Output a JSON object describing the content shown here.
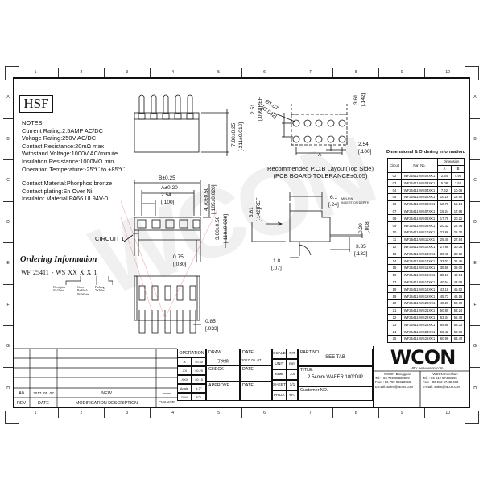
{
  "border": {
    "columns": [
      "1",
      "2",
      "3",
      "4",
      "5",
      "6",
      "7",
      "8",
      "9",
      "10"
    ],
    "rows": [
      "A",
      "B",
      "C",
      "D",
      "E",
      "F",
      "G",
      "H"
    ]
  },
  "hsf_label": "HSF",
  "notes": {
    "title": "NOTES:",
    "lines": [
      "Current Rating:2.5AMP AC/DC",
      "Voltage Rating:250V AC/DC",
      "Contact Resistance:20mΩ   max",
      "Withstand Voltage:1000V AC/minute",
      "Insulation Resistance:1000MΩ min",
      "Operation Temperature:-25℃ to +85℃"
    ]
  },
  "materials": [
    "Contact Material:Phorphos bronze",
    "Contact plating:Sn Over Ni",
    "Insulator Material:PA66 UL94V-0"
  ],
  "ordering": {
    "title": "Ordering Information",
    "code": "WF 25411 - WS  XX  X  X 1",
    "legend": [
      {
        "label": "No.of pins",
        "value": "02-25pin"
      },
      {
        "label": "Color",
        "value": "B=Black\nW=White"
      },
      {
        "label": "Packing",
        "value": "T=Tube"
      }
    ]
  },
  "drawing": {
    "circuit_label": "CIRCUIT  1",
    "dim_height": "7.80±0.25",
    "dim_height_in": "[.311±0.010]",
    "dim_B": "B±0.25",
    "dim_A": "A±0.20",
    "dim_pitch": "2.54",
    "dim_pitch_in": "[.100]",
    "dim_470": "4.70±0.50",
    "dim_470_in": "[.185±0.020]",
    "dim_300": "3.00±0.50",
    "dim_300_in": "[.118±0.020]",
    "dim_075": "0.75",
    "dim_075_in": "[.030]",
    "dim_085": "0.85",
    "dim_085_in": "[.033]",
    "dim_251": "2.51",
    "dim_251_in": "[.099]REF",
    "dim_hole": "Ø1.07",
    "dim_hole_in": "[Ø.042]",
    "dim_361": "3.61",
    "dim_361_in": "[.142]",
    "dim_pcb_pitch": "2.54",
    "dim_pcb_pitch_in": "[.100]",
    "dim_pcb_A": "A",
    "dim_side_361": "3.61",
    "dim_side_361_in": "[.142]REF",
    "dim_61": "6.1",
    "dim_61_in": "[.24]",
    "insertion_note_1": "MIN.PIN",
    "insertion_note_2": "INSERTION DEPTH",
    "dim_020": "0.20",
    "dim_020_in": "[.008]",
    "dim_335": "3.35",
    "dim_335_in": "[.132]",
    "dim_18": "1.8",
    "dim_18_in": "[.07]",
    "pcb_caption_1": "Recommended P.C.B Layout(Top Side)",
    "pcb_caption_2": "(PCB BOARD TOLERANCE±0.05)"
  },
  "dim_table": {
    "title": "Dimensional & Ordering Information:",
    "headers": {
      "circuit": "Circuit",
      "part": "Part No.",
      "dimension": "Dimension",
      "a": "A",
      "b": "B"
    },
    "rows": [
      [
        "02",
        "WF25411-WS02XX1",
        "2.54",
        "4.98"
      ],
      [
        "03",
        "WF25411-WS03XX1",
        "5.08",
        "7.52"
      ],
      [
        "04",
        "WF25411-WS04XX1",
        "7.62",
        "10.06"
      ],
      [
        "05",
        "WF25411-WS05XX1",
        "10.16",
        "12.60"
      ],
      [
        "06",
        "WF25411-WS06XX1",
        "12.70",
        "15.14"
      ],
      [
        "07",
        "WF25411-WS07XX1",
        "15.24",
        "17.68"
      ],
      [
        "08",
        "WF25411-WS08XX1",
        "17.78",
        "20.22"
      ],
      [
        "09",
        "WF25411-WS09XX1",
        "20.32",
        "22.76"
      ],
      [
        "10",
        "WF25411-WS10XX1",
        "22.86",
        "25.30"
      ],
      [
        "11",
        "WF25411-WS11XX1",
        "25.40",
        "27.84"
      ],
      [
        "12",
        "WF25411-WS12XX1",
        "27.98",
        "30.38"
      ],
      [
        "13",
        "WF25411-WS13XX1",
        "30.48",
        "32.92"
      ],
      [
        "14",
        "WF25411-WS14XX1",
        "33.02",
        "35.46"
      ],
      [
        "15",
        "WF25411-WS15XX1",
        "35.56",
        "38.00"
      ],
      [
        "16",
        "WF25411-WS16XX1",
        "38.10",
        "40.54"
      ],
      [
        "17",
        "WF25411-WS17XX1",
        "40.64",
        "43.08"
      ],
      [
        "18",
        "WF25411-WS18XX1",
        "43.18",
        "45.62"
      ],
      [
        "19",
        "WF25411-WS19XX1",
        "45.72",
        "48.16"
      ],
      [
        "20",
        "WF25411-WS20XX1",
        "48.26",
        "50.70"
      ],
      [
        "21",
        "WF25411-WS21XX1",
        "50.80",
        "53.24"
      ],
      [
        "22",
        "WF25411-WS22XX1",
        "53.34",
        "55.78"
      ],
      [
        "23",
        "WF25411-WS23XX1",
        "55.88",
        "58.32"
      ],
      [
        "24",
        "WF25411-WS24XX1",
        "58.42",
        "60.86"
      ],
      [
        "25",
        "WF25411-WS25XX1",
        "60.96",
        "63.40"
      ]
    ]
  },
  "company": {
    "logo": "WCON",
    "url": "Http: www.wcon.com",
    "dongguan": {
      "name": "WCON-Dongguan",
      "tel": "Tel: +86 769 85328809",
      "fax": "Fax: +86 769 85328815",
      "email": "E-mail: sales@wcon.com"
    },
    "kunshan": {
      "name": "WCON-Kunshan",
      "tel": "Tel: +86 512 57488406",
      "fax": "Fax: +86 512 57488488",
      "email": "E-mail: sales@wcon.com"
    }
  },
  "revision": {
    "rev": "A0",
    "date": "2017. 05. 07",
    "description": "NEW",
    "change": "——",
    "headers": {
      "rev": "REV",
      "date": "DATE",
      "description": "MODIFICATION  DESCRIPTION",
      "change": "CHANGE"
    }
  },
  "tolerances": {
    "title": "OPERATION",
    "rows": [
      [
        ".X",
        "±0.40"
      ],
      [
        ".XX",
        "±0.25"
      ],
      [
        ".XXX",
        "±0.15"
      ],
      [
        "Angle",
        "± 3°"
      ],
      [
        "DIM",
        "TOL"
      ]
    ]
  },
  "signoff": {
    "draw": "DRAW",
    "drawer": "丁文榆",
    "check": "CHECK",
    "approve": "APPROVE",
    "date_label": "DATE",
    "draw_date": "2017. 05. 07"
  },
  "specs": {
    "scale_label": "SCALE",
    "scale": "FIT",
    "unit_label": "UNIT",
    "unit": "mm",
    "size_label": "SIZE",
    "size": "A4",
    "sheet_label": "SHEET",
    "sheet": "1/1",
    "proj_label": "PROJ.",
    "proj": "⊕◁"
  },
  "part_info": {
    "part_no_label": "PART  NO.",
    "part_no": "SEE  TAB",
    "title_label": "TITLE:",
    "title": "2.54mm  WAFER  180°DIP",
    "customer_label": "Customer  NO."
  },
  "colors": {
    "line": "#111111",
    "watermark": "#d9534f"
  }
}
